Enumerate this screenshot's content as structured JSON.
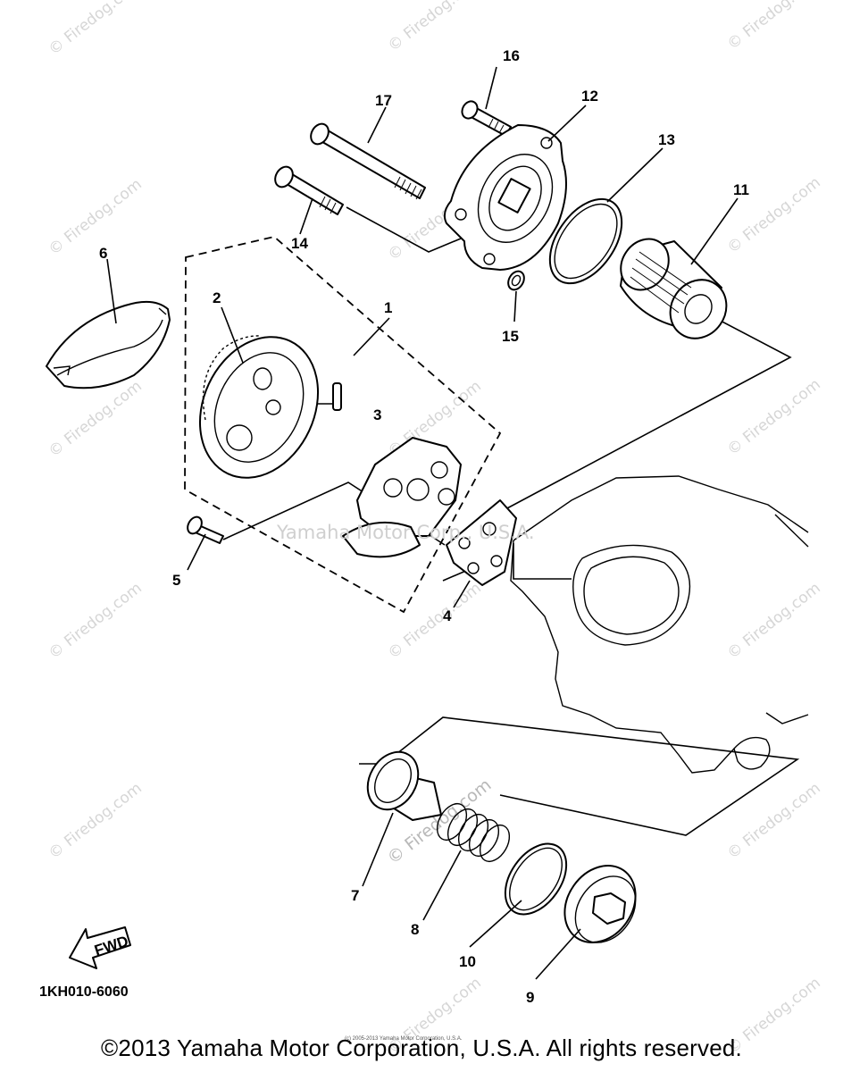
{
  "callouts": {
    "p1": "1",
    "p2": "2",
    "p3": "3",
    "p4": "4",
    "p5": "5",
    "p6": "6",
    "p7": "7",
    "p8": "8",
    "p9": "9",
    "p10": "10",
    "p11": "11",
    "p12": "12",
    "p13": "13",
    "p14": "14",
    "p15": "15",
    "p16": "16",
    "p17": "17"
  },
  "fwd_label": "FWD",
  "catalog_code": "1KH010-6060",
  "center_watermark": "Yamaha Motor Corp., U.S.A.",
  "site_watermark": "© Firedog.com",
  "tiny_copyright": "(c) 2005-2013 Yamaha Motor Corporation, U.S.A.",
  "copyright": "©2013 Yamaha Motor Corporation, U.S.A. All rights reserved."
}
